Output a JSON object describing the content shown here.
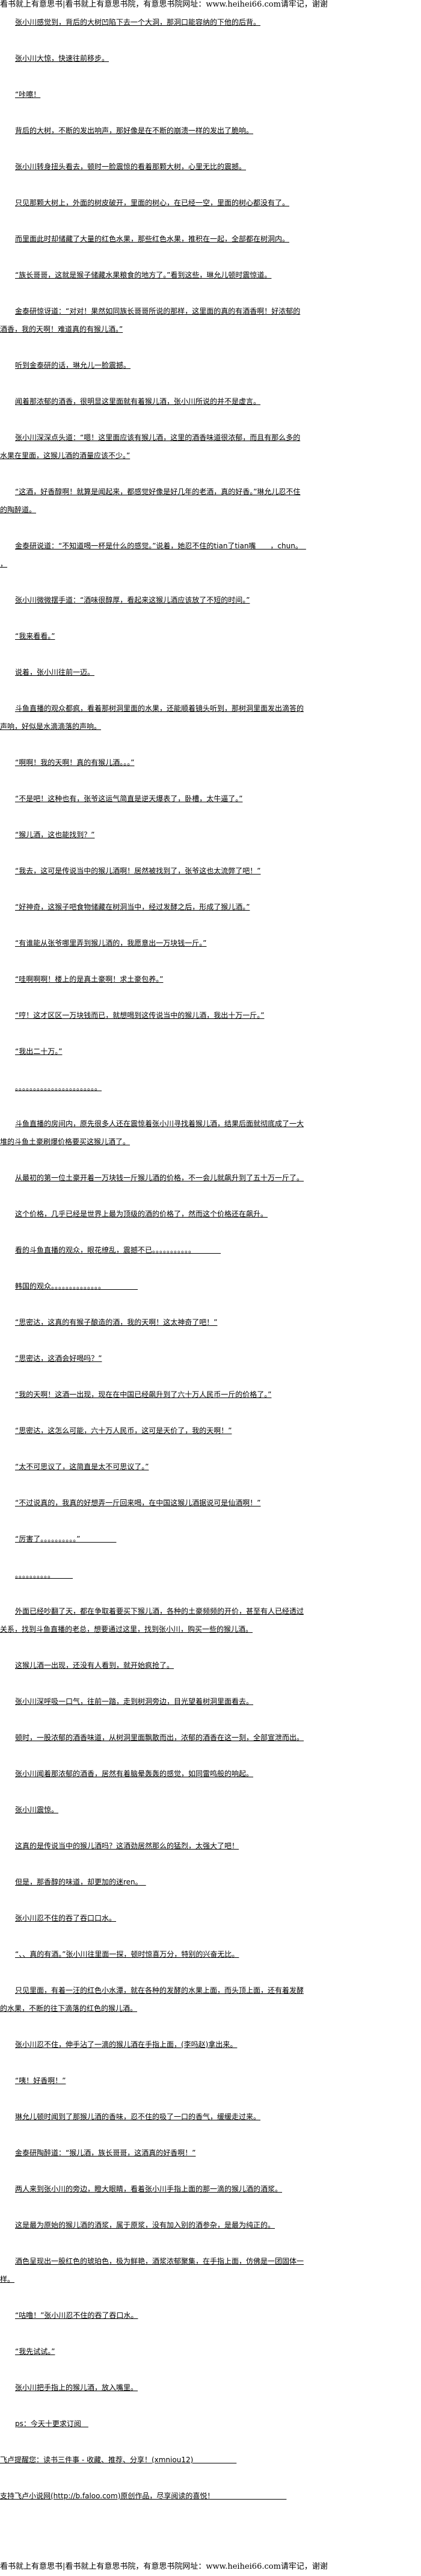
{
  "site_banner": "看书就上有意思书|看书就上有意思书院，有意思书院网址：www.heihei66.com请牢记，谢谢",
  "paragraphs": [
    "张小川感觉到，背后的大树凹陷下去一个大洞，那洞口能容纳的下他的后背。",
    "张小川大惊，快速往前移步。",
    "“咔嚓！",
    "背后的大树，不断的发出响声，那好像是在不断的崩溃一样的发出了脆响。",
    "张小川转身扭头看去，顿时一脸震惊的看着那颗大树，心里无比的震撼。",
    "只见那颗大树上，外面的树皮破开，里面的树心，在已经一空，里面的树心都没有了。",
    "而里面此时却储藏了大量的红色水果，那些红色水果，推积在一起，全部都在树洞内。",
    "“族长哥哥，这就是猴子储藏水果粮食的地方了。”看到这些，琳允儿顿时震惊道。",
    "金泰研惊讶道：“对对！果然如同族长哥哥所说的那样，这里面的真的有酒香啊！好浓郁的酒香，我的天啊！难道真的有猴儿酒。”",
    "听到金泰研的话，琳允儿一脸震撼。",
    "闻着那浓郁的酒香，很明显这里面就有着猴儿酒，张小川所说的并不是虚言。",
    "张小川深深点头道：“嗯！这里面应该有猴儿酒，这里的酒香味道很浓郁，而且有那么多的水果在里面，这猴儿酒的酒量应该不少。”",
    "“这酒，好香醇啊！就算是闻起来，都感觉好像是好几年的老酒，真的好香。”琳允儿忍不住的陶醉道。",
    "金泰研说道：“不知道喝一杯是什么的感觉。”说着，她忍不住的tian了tian嘴　　，chun。　，",
    "张小川微微摆手道：“酒味很醇厚，看起来这猴儿酒应该放了不短的时间。”",
    "“我来看看。”",
    "说着，张小川往前一迈。",
    "斗鱼直播的观众都疯，看着那树洞里面的水果，还能顺着镜头听到，那树洞里面发出滴答的声响，好似是水滴滴落的声响。",
    "“啊啊！我的天啊！真的有猴儿酒。。。”",
    "“不是吧！这种也有，张爷这运气简直是逆天爆表了，卧槽，太牛逼了。”",
    "“猴儿酒，这也能找到？”",
    "“我去，这可是传说当中的猴儿酒啊！居然被找到了，张爷这也太流弊了吧！”",
    "“好神奇，这猴子吧食物储藏在树洞当中，经过发酵之后，形成了猴儿酒。”",
    "“有谁能从张爷哪里弄到猴儿酒的，我愿意出一万块钱一斤。”",
    "“哇啊啊啊！楼上的是真土豪啊！求土豪包养。”",
    "“哼！这才区区一万块钱而已，就想喝到这传说当中的猴儿酒，我出十万一斤。”",
    "“我出二十万。”",
    "。。。。。。。。。。。。。。。。。。。。。。。",
    "斗鱼直播的房间内，原先很多人还在震惊着张小川寻找着猴儿酒，结果后面就彻底成了一大堆的斗鱼土豪刷爆价格要买这猴儿酒了。",
    "从最初的第一位土豪开着一万块钱一斤猴儿酒的价格，不一会儿就飙升到了五十万一斤了。",
    "这个价格，几乎已经是世界上最为顶级的酒的价格了，然而这个价格还在飙升。",
    "看的斗鱼直播的观众，眼花缭乱，震撼不已。。。。。。。。。。。　　　　",
    "韩国的观众。。。。。。。。。。。。。。　　　　　",
    "“思密达，这真的有猴子酿造的酒，我的天啊！这太神奇了吧！”",
    "“思密达，这酒会好喝吗？”",
    "“我的天啊！这酒一出现，现在在中国已经飙升到了六十万人民币一斤的价格了。”",
    "“思密达，这怎么可能，六十万人民币，这可是天价了，我的天啊！”",
    "“太不可思议了，这简直是太不可思议了。”",
    "“不过说真的，我真的好想弄一斤回来喝，在中国这猴儿酒据说可是仙酒啊！”",
    "“厉害了。。。。。。。。。。”　　　　　",
    "。。。。。。。。。。　　　",
    "外面已经吵翻了天，都在争取着要买下猴儿酒，各种的土豪频频的开价，甚至有人已经透过关系，找到斗鱼直播的老总，想要通过这里，找到张小川，购买一些的猴儿酒。",
    "这猴儿酒一出现，还没有人看到，就开始疯抢了。",
    "张小川深呼吸一口气，往前一踏，走到树洞旁边，目光望着树洞里面看去。",
    "顿时，一股浓郁的酒香味道，从树洞里面飘散而出，浓郁的酒香在这一刻，全部宣泄而出。",
    "张小川闻着那浓郁的酒香，居然有着脑晕轰轰的感觉，如同雷鸣般的响起。",
    "张小川震惊。",
    "这真的是传说当中的猴儿酒吗？这酒劲居然那么的猛烈，太强大了吧！",
    "但是，那香醇的味道，却更加的迷ren。　",
    "张小川忍不住的吞了吞口口水。",
    "“、、真的有酒。”张小川往里面一探，顿时惊喜万分，特别的兴奋无比。",
    "只见里面，有着一汪的红色小水潭，就在各种的发酵的水果上面，而头顶上面，还有着发酵的水果，不断的往下滴落的红色的猴儿酒。",
    "张小川忍不住，伸手沾了一滴的猴儿酒在手指上面，(李吗赵)拿出来。",
    "“咦！好香啊！”",
    "琳允儿顿时闻到了那猴儿酒的香味，忍不住的吸了一口的香气，缓缓走过来。",
    "金泰研陶醉道：“猴儿酒，族长哥哥，这酒真的好香啊！”",
    "两人来到张小川的旁边，瞪大眼睛，看着张小川手指上面的那一滴的猴儿酒的酒浆。",
    "这是最为原始的猴儿酒的酒浆，属于原浆，没有加入别的酒参杂，是最为纯正的。",
    "酒色呈现出一股红色的琥珀色，极为鲜艳，酒浆浓郁聚集，在手指上面，仿佛是一团固体一样。",
    "“咕噜！”张小川忍不住的吞了吞口水。",
    "“我先试试。”",
    "张小川把手指上的猴儿酒，放入嘴里。",
    "ps：今天十更求订阅　"
  ],
  "notes": [
    "飞卢提醒您：读书三件事 - 收藏、推荐、分享！(xmniou12)　　　　　　",
    "支持飞卢小说网(http://b.faloo.com)原创作品，尽享阅读的喜悦！　　　　　　　　　　"
  ]
}
